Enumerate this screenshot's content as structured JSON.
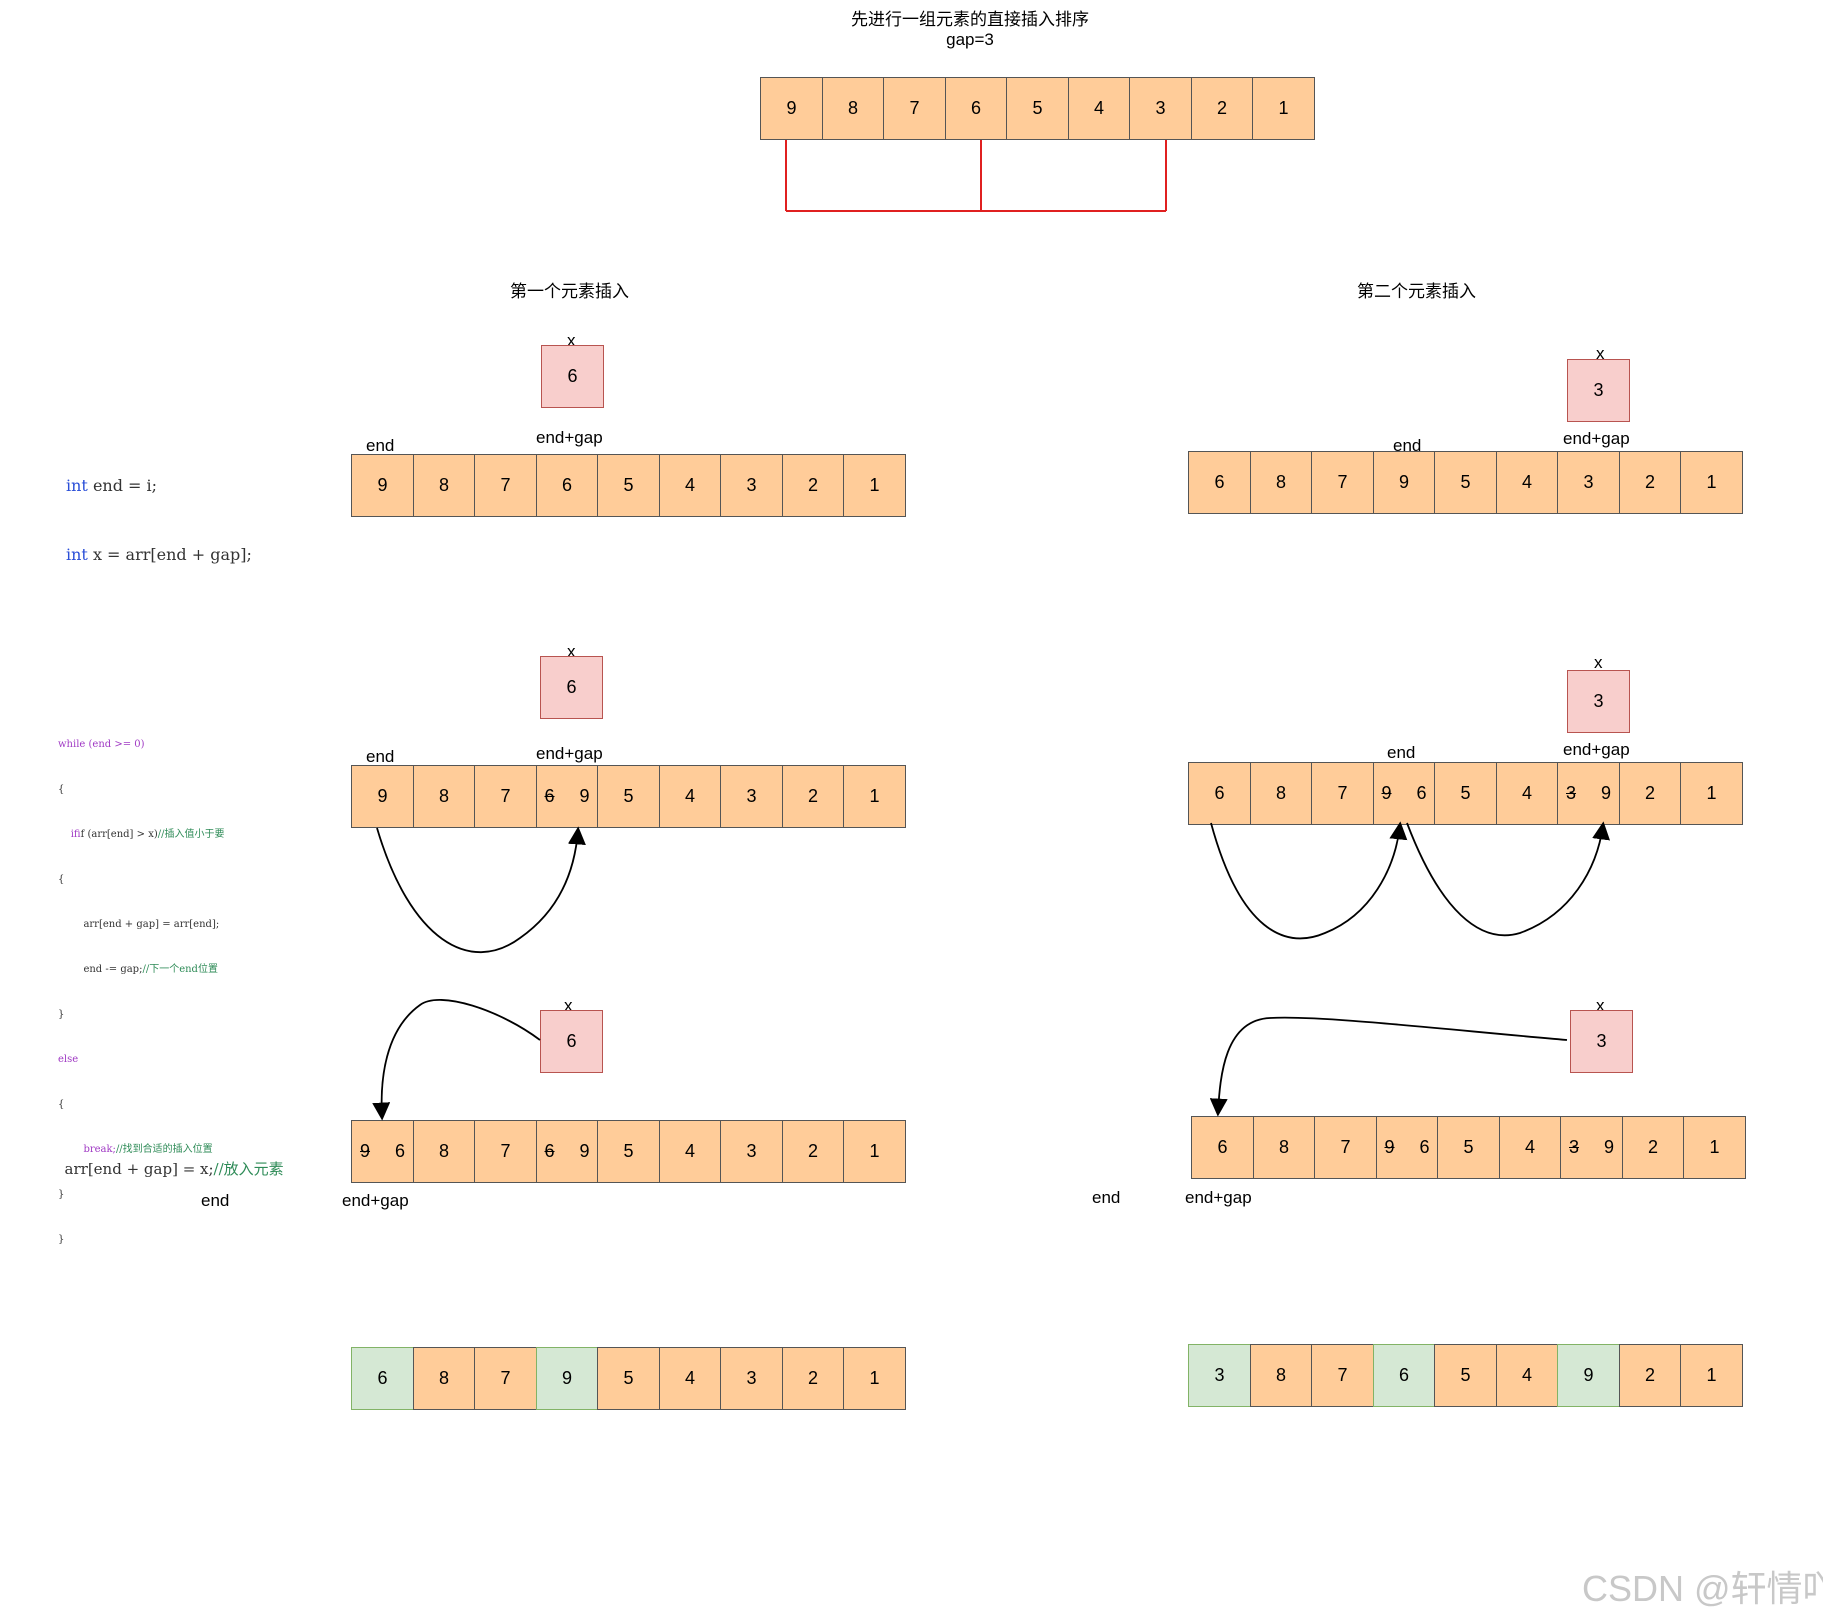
{
  "header": {
    "title": "先进行一组元素的直接插入排序",
    "gap": "gap=3"
  },
  "top_row": [
    "9",
    "8",
    "7",
    "6",
    "5",
    "4",
    "3",
    "2",
    "1"
  ],
  "sections": {
    "left_title": "第一个元素插入",
    "right_title": "第二个元素插入"
  },
  "labels": {
    "x": "x",
    "end": "end",
    "end_gap": "end+gap"
  },
  "code": {
    "line1_kw": "int",
    "line1_rest": " end = i;",
    "line2_kw": "int",
    "line2_rest": " x = arr[end + gap];",
    "while_head": "while (end >= 0)",
    "brace_open": "{",
    "if_line": "if (arr[end] > x)",
    "if_comment": "//插入值小于要",
    "inner_open": "{",
    "assign_line": "arr[end + gap] = arr[end];",
    "dec_line": "end -= gap;",
    "dec_comment": "//下一个end位置",
    "inner_close": "}",
    "else_line": "else",
    "else_open": "{",
    "break_kw": "break;",
    "break_comment": "//找到合适的插入位置",
    "else_close": "}",
    "brace_close": "}",
    "place_line": "arr[end + gap] = x;",
    "place_comment": "//放入元素"
  },
  "left": {
    "x_value": "6",
    "row1": [
      "9",
      "8",
      "7",
      "6",
      "5",
      "4",
      "3",
      "2",
      "1"
    ],
    "row2": {
      "c0": "9",
      "split_old": "6",
      "split_new": "9",
      "rest": [
        "5",
        "4",
        "3",
        "2",
        "1"
      ],
      "c1": "8",
      "c2": "7"
    },
    "row3": {
      "split0_old": "9",
      "split0_new": "6",
      "c1": "8",
      "c2": "7",
      "split3_old": "6",
      "split3_new": "9",
      "rest": [
        "5",
        "4",
        "3",
        "2",
        "1"
      ]
    },
    "final": [
      "6",
      "8",
      "7",
      "9",
      "5",
      "4",
      "3",
      "2",
      "1"
    ]
  },
  "right": {
    "x_value": "3",
    "row1": [
      "6",
      "8",
      "7",
      "9",
      "5",
      "4",
      "3",
      "2",
      "1"
    ],
    "row2": {
      "c0": "6",
      "c1": "8",
      "c2": "7",
      "split3_old": "9",
      "split3_new": "6",
      "c4": "5",
      "c5": "4",
      "split6_old": "3",
      "split6_new": "9",
      "c7": "2",
      "c8": "1"
    },
    "row3": {
      "c0": "6",
      "c1": "8",
      "c2": "7",
      "split3_old": "9",
      "split3_new": "6",
      "c4": "5",
      "c5": "4",
      "split6_old": "3",
      "split6_new": "9",
      "c7": "2",
      "c8": "1"
    },
    "final": [
      "3",
      "8",
      "7",
      "6",
      "5",
      "4",
      "9",
      "2",
      "1"
    ]
  },
  "colors": {
    "cell": "#ffcc99",
    "x_box": "#f8cecc",
    "sorted": "#d5e8d4",
    "gap_bracket": "#e02020"
  },
  "watermark": "CSDN @轩情吖"
}
